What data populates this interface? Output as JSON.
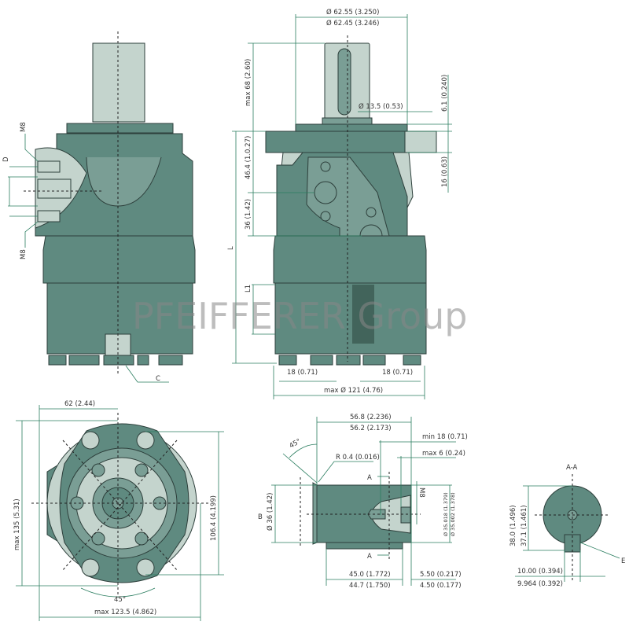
{
  "watermark": "PFEIFFERER Group",
  "colors": {
    "body": "#5f8a80",
    "light": "#c4d4cd",
    "dimension": "#2a7d5f"
  },
  "side_view": {
    "labels": {
      "m8_top": "M8",
      "d": "D",
      "m8_bottom": "M8",
      "c": "C"
    }
  },
  "front_view": {
    "shaft_dia_max": "Ø 62.55 (3.250)",
    "shaft_dia_min": "Ø 62.45 (3.246)",
    "shaft_length": "max 68 (2.60)",
    "hole_dia": "Ø 13.5 (0.53)",
    "flange_gap": "6.1 (0.240)",
    "flange_thickness": "16 (0.63)",
    "port_offset": "46.4 (1.0.27)",
    "port_spacing": "36 (1.42)",
    "length_l": "L",
    "length_l1": "L1",
    "bolt_offset_left": "18 (0.71)",
    "bolt_offset_right": "18 (0.71)",
    "max_diameter": "max Ø 121 (4.76)"
  },
  "flange_view": {
    "top_width": "62 (2.44)",
    "height_max": "max 135 (5.31)",
    "bolt_spacing": "106.4 (4.199)",
    "angle": "45°",
    "width_max": "max 123.5 (4.862)"
  },
  "shaft_detail": {
    "length_max": "56.8 (2.236)",
    "length_min": "56.2 (2.173)",
    "chamfer_angle": "45°",
    "radius": "R 0.4 (0.016)",
    "thread_depth": "min 18 (0.71)",
    "thread_offset": "max 6 (0.24)",
    "section_mark_top": "A",
    "section_mark_bottom": "A",
    "thread": "M8",
    "label_b": "B",
    "pilot_dia": "Ø 36 (1.42)",
    "shaft_dia_max": "Ø 35.018 (1.379)",
    "shaft_dia_min": "Ø 35.002 (1.378)",
    "key_length_max": "45.0 (1.772)",
    "key_length_min": "44.7 (1.750)",
    "key_offset_max": "5.50 (0.217)",
    "key_offset_min": "4.50 (0.177)"
  },
  "section_aa": {
    "title": "A-A",
    "height_max": "38.0 (1.496)",
    "height_min": "37.1 (1.461)",
    "key_width_max": "10.00 (0.394)",
    "key_width_min": "9.964 (0.392)",
    "label_e": "E"
  }
}
